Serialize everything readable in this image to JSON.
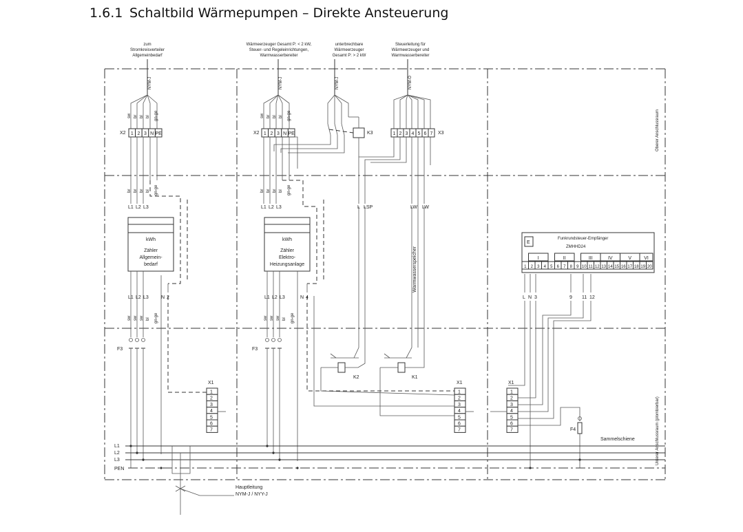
{
  "title": {
    "number": "1.6.1",
    "text": "Schaltbild Wärmepumpen – Direkte Ansteuerung"
  },
  "top_labels": {
    "zum": [
      "zum",
      "Stromkreisverteiler",
      "Allgemeinbedarf"
    ],
    "waermeerzeuger": [
      "Wärmeerzeuger Gesamt P: < 2 kW,",
      "Steuer- und Regeleinrichtungen,",
      "Warmwasserbereiter"
    ],
    "unterbrechbar": [
      "unterbrechbare",
      "Wärmeerzeuger",
      "Gesamt P: > 2 kW"
    ],
    "steuerleitung": [
      "Steuerleitung für",
      "Wärmeerzeuger und",
      "Warmwasserbereiter"
    ]
  },
  "cables": {
    "nym_j": "NYM-J",
    "nym_o": "NYM-O"
  },
  "wire_colors": {
    "sw": "sw",
    "br": "br",
    "bl": "bl",
    "gnge": "gn-ge"
  },
  "terminal_left": {
    "tag": "X2",
    "cells": [
      "1",
      "2",
      "3",
      "N",
      "PE"
    ]
  },
  "terminal_mid": {
    "tag": "X2",
    "cells": [
      "1",
      "2",
      "3",
      "N",
      "PE"
    ]
  },
  "terminal_x3": {
    "tag": "X3",
    "cells": [
      "1",
      "2",
      "3",
      "4",
      "5",
      "6",
      "7"
    ]
  },
  "relay_k3": "K3",
  "phase_row": [
    "L1",
    "L2",
    "L3"
  ],
  "ctrl_labels": {
    "l": "L",
    "lsp": "LSP",
    "lw1": "LW",
    "lw2": "LW"
  },
  "meter1": {
    "unit": "kWh",
    "lines": [
      "Zähler",
      "Allgemein-",
      "bedarf"
    ]
  },
  "meter2": {
    "unit": "kWh",
    "lines": [
      "Zähler",
      "Elektro-",
      "Heizungsanlage"
    ]
  },
  "meter_out1": [
    "L1",
    "L2",
    "L3",
    "N",
    "2"
  ],
  "meter_out2": [
    "L1",
    "L2",
    "L3",
    "N",
    "4"
  ],
  "warmwasser_label": "Warmwasserspeicher",
  "receiver": {
    "e": "E",
    "title": "Funkrundsteuer-Empfänger",
    "model": "ZMHHD24",
    "groups": [
      "I",
      "II",
      "III",
      "IV",
      "V",
      "VI"
    ],
    "terminals": [
      "1",
      "2",
      "3",
      "4",
      "5",
      "6",
      "7",
      "8",
      "9",
      "10",
      "11",
      "12",
      "13",
      "14",
      "15",
      "16",
      "17",
      "18",
      "19",
      "20"
    ],
    "outs": [
      "L",
      "N",
      "3",
      "9",
      "11",
      "12"
    ]
  },
  "fuse_f3": "F3",
  "relays": {
    "k2": "K2",
    "k1": "K1"
  },
  "x1_tag": "X1",
  "x1_cells": [
    "1",
    "2",
    "3",
    "4",
    "5",
    "6",
    "7"
  ],
  "fuse_f4": "F4",
  "sammelschiene": "Sammelschiene",
  "bus": [
    "L1",
    "L2",
    "L3",
    "PEN"
  ],
  "hauptleitung": [
    "Hauptleitung",
    "NYM-J / NYY-J"
  ],
  "side_labels": {
    "oben": "Oberer Anschlussraum",
    "unten": "Unterer Anschlussraum (plombierbar)"
  }
}
